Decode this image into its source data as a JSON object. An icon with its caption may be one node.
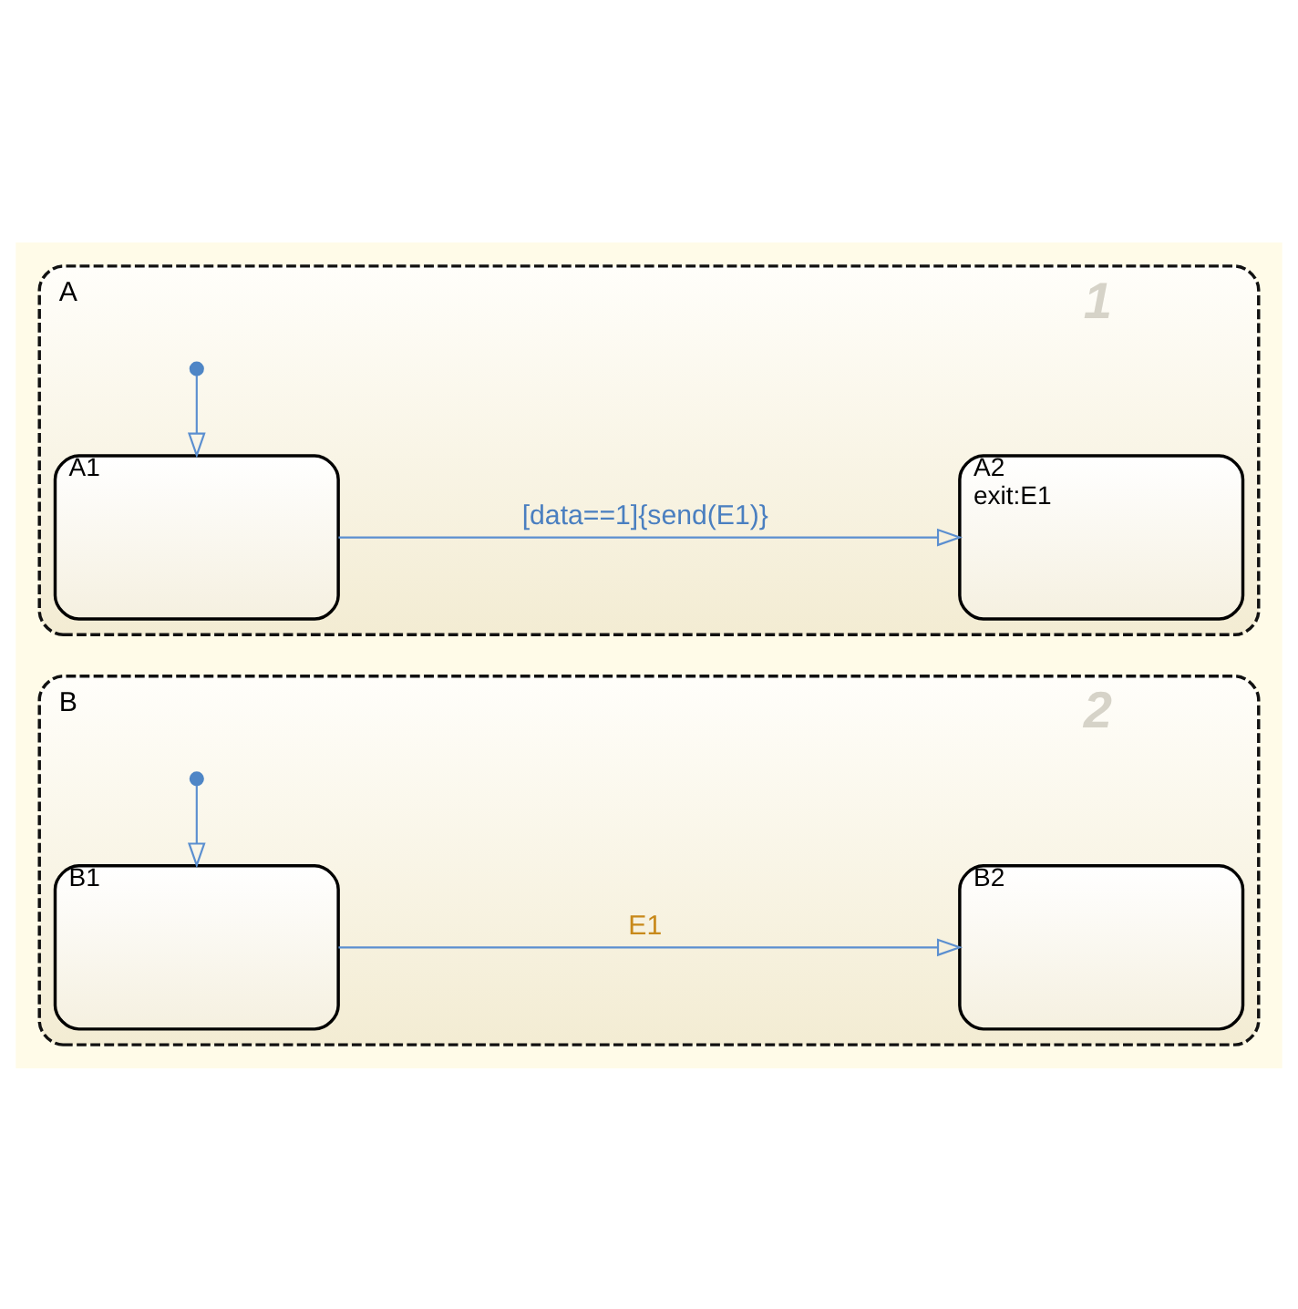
{
  "diagram": {
    "nodes": [
      {
        "text": [
          "A"
        ],
        "beside": [
          "1"
        ]
      },
      {
        "text": [],
        "shape": "circle",
        "in": 0
      },
      {
        "text": [
          "A1"
        ],
        "in": 0
      },
      {
        "text": [
          "A2",
          "exit:E1"
        ],
        "in": 0
      },
      {
        "text": [
          "B"
        ],
        "beside": [
          "2"
        ]
      },
      {
        "text": [],
        "shape": "circle",
        "in": 4
      },
      {
        "text": [
          "B1"
        ],
        "in": 4
      },
      {
        "text": [
          "B2"
        ],
        "in": 4
      }
    ],
    "edges": [
      {
        "from": 1,
        "to": 2,
        "arrow": "to"
      },
      {
        "from": 2,
        "to": 3,
        "arrow": "to",
        "label": "[data==1]{send(E1)}"
      },
      {
        "from": 5,
        "to": 6,
        "arrow": "to"
      },
      {
        "from": 6,
        "to": 7,
        "arrow": "to",
        "label": "E1"
      }
    ]
  }
}
